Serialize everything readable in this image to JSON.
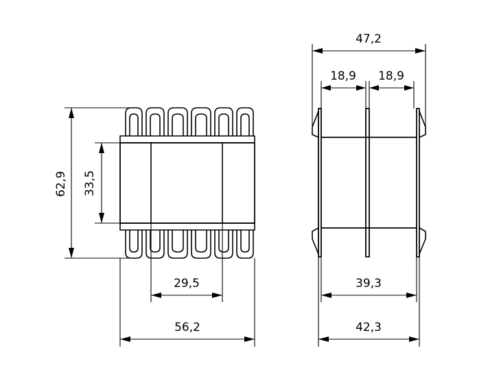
{
  "dimensions": {
    "front_height_total": "62,9",
    "front_window_height": "33,5",
    "front_window_width": "29,5",
    "front_width_total": "56,2",
    "side_width_total": "47,2",
    "side_section_left": "18,9",
    "side_section_right": "18,9",
    "side_inner_width": "39,3",
    "side_base_width": "42,3"
  }
}
